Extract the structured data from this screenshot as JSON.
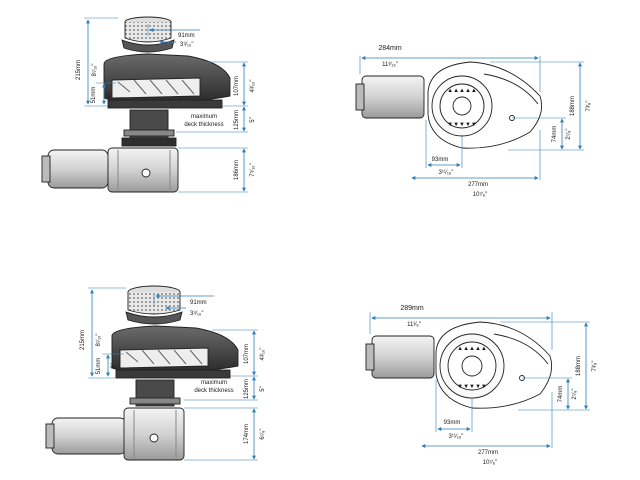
{
  "drawings": [
    {
      "id": "top-side",
      "labels": {
        "width_mm": "91mm",
        "width_in": "3⁹⁄₁₆\"",
        "height_mm": "215mm",
        "height_in": "8⁷⁄₁₆\"",
        "base_mm": "51mm",
        "base_in": "2\"",
        "gypsy_mm": "107mm",
        "gypsy_in": "4³⁄₁₆\"",
        "deck_mm": "125mm",
        "deck_in": "5\"",
        "deck_caption": "maximum\ndeck thickness",
        "motor_mm": "186mm",
        "motor_in": "7⁵⁄₁₆\""
      }
    },
    {
      "id": "top-plan",
      "labels": {
        "width_mm": "284mm",
        "width_in": "11³⁄₁₆\"",
        "height_mm": "188mm",
        "height_in": "7³⁄₈\"",
        "offset_mm": "74mm",
        "offset_in": "2⁷⁄₈\"",
        "center_mm": "93mm",
        "center_in": "3¹¹⁄₁₆\"",
        "length_mm": "277mm",
        "length_in": "10⁷⁄₈\""
      }
    },
    {
      "id": "bottom-side",
      "labels": {
        "width_mm": "91mm",
        "width_in": "3⁹⁄₁₆\"",
        "height_mm": "215mm",
        "height_in": "8⁷⁄₁₆\"",
        "base_mm": "51mm",
        "base_in": "2\"",
        "gypsy_mm": "107mm",
        "gypsy_in": "4³⁄₁₆\"",
        "deck_mm": "125mm",
        "deck_in": "5\"",
        "deck_caption": "maximum\ndeck thickness",
        "motor_mm": "174mm",
        "motor_in": "6⁷⁄₈\""
      }
    },
    {
      "id": "bottom-plan",
      "labels": {
        "width_mm": "289mm",
        "width_in": "11³⁄₈\"",
        "height_mm": "188mm",
        "height_in": "7³⁄₈\"",
        "offset_mm": "74mm",
        "offset_in": "2⁷⁄₈\"",
        "center_mm": "93mm",
        "center_in": "3¹¹⁄₁₆\"",
        "length_mm": "277mm",
        "length_in": "10⁷⁄₈\""
      }
    }
  ],
  "colors": {
    "dimension": "#2e7fb8",
    "ink": "#222222",
    "body": "#3a3a3a",
    "motor": "#d8d8d8"
  },
  "icons": [
    "winch-drum",
    "gypsy",
    "motor",
    "gearbox"
  ]
}
